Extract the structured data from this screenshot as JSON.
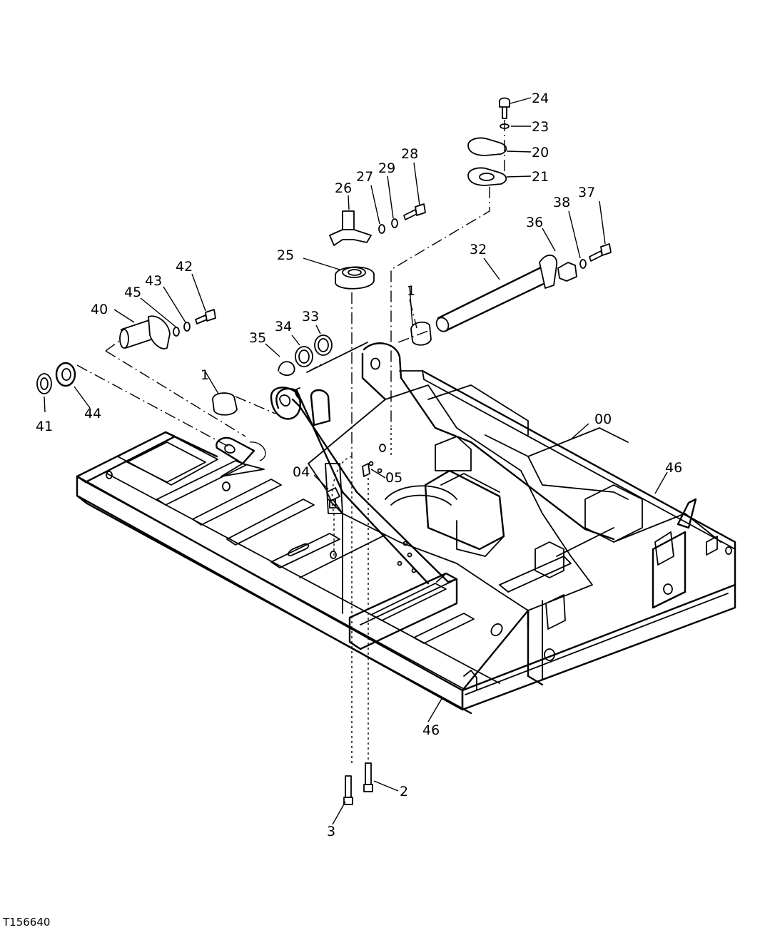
{
  "drawing_code": "T156640",
  "callouts": [
    {
      "id": "c24",
      "text": "24"
    },
    {
      "id": "c23",
      "text": "23"
    },
    {
      "id": "c20",
      "text": "20"
    },
    {
      "id": "c21",
      "text": "21"
    },
    {
      "id": "c28",
      "text": "28"
    },
    {
      "id": "c29",
      "text": "29"
    },
    {
      "id": "c27",
      "text": "27"
    },
    {
      "id": "c26",
      "text": "26"
    },
    {
      "id": "c37",
      "text": "37"
    },
    {
      "id": "c38",
      "text": "38"
    },
    {
      "id": "c36",
      "text": "36"
    },
    {
      "id": "c32",
      "text": "32"
    },
    {
      "id": "c25",
      "text": "25"
    },
    {
      "id": "c42",
      "text": "42"
    },
    {
      "id": "c43",
      "text": "43"
    },
    {
      "id": "c45",
      "text": "45"
    },
    {
      "id": "c40",
      "text": "40"
    },
    {
      "id": "c33",
      "text": "33"
    },
    {
      "id": "c34",
      "text": "34"
    },
    {
      "id": "c35",
      "text": "35"
    },
    {
      "id": "c1a",
      "text": "1"
    },
    {
      "id": "c1b",
      "text": "1"
    },
    {
      "id": "c41",
      "text": "41"
    },
    {
      "id": "c44",
      "text": "44"
    },
    {
      "id": "c00",
      "text": "00"
    },
    {
      "id": "c46a",
      "text": "46"
    },
    {
      "id": "c04",
      "text": "04"
    },
    {
      "id": "c05",
      "text": "05"
    },
    {
      "id": "c46b",
      "text": "46"
    },
    {
      "id": "c2",
      "text": "2"
    },
    {
      "id": "c3",
      "text": "3"
    }
  ]
}
